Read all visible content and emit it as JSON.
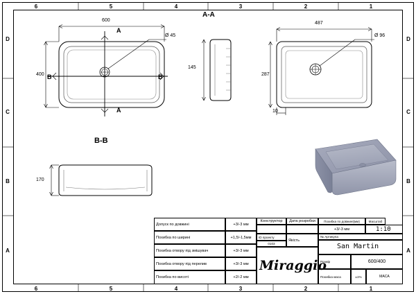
{
  "sheet": {
    "zone_cols_top": [
      "6",
      "5",
      "4",
      "3",
      "2",
      "1"
    ],
    "zone_cols_bottom": [
      "6",
      "5",
      "4",
      "3",
      "2",
      "1"
    ],
    "zone_rows_left": [
      "D",
      "C",
      "B",
      "A"
    ],
    "zone_rows_right": [
      "D",
      "C",
      "B",
      "A"
    ]
  },
  "views": {
    "top": {
      "width_label": "600",
      "height_label": "400",
      "hole_label": "Ø 45",
      "section_marks": [
        "A",
        "A",
        "B",
        "B"
      ]
    },
    "section_aa": {
      "label": "A-A",
      "depth_label": "145"
    },
    "bowl": {
      "width_label": "487",
      "height_label": "287",
      "hole_label": "Ø 96",
      "offset_label": "10"
    },
    "section_bb": {
      "label": "B-B",
      "height_label": "170"
    }
  },
  "title_block": {
    "rows": [
      {
        "param": "Допуск по довжині",
        "value": "+3/-3 мм"
      },
      {
        "param": "Похибка по ширині",
        "value": "+1,5/-1,5мм"
      },
      {
        "param": "Похибка отвору під змішувач",
        "value": "+3/-3 мм"
      },
      {
        "param": "Похибка отвору під перелив",
        "value": "+3/-3 мм"
      },
      {
        "param": "Похибка по висоті",
        "value": "+2/-2 мм"
      }
    ],
    "constructor_label": "Конструктор",
    "date_label": "Дата розробки",
    "tolerance_label": "Похибка по довжині(мм)",
    "tolerance_value": "+3/-3 мм",
    "scale_label": "Масштаб",
    "scale_value": "1:10",
    "project_label": "ID проекту",
    "project_value": "0103",
    "quality_label": "Якість",
    "article_label": "№ Артикула",
    "article_value": "San Martin",
    "size_label": "Розмір",
    "size_value": "600/400",
    "mass_label": "Похибка маса",
    "mass_tol": "±1%",
    "mass_title": "МАСА",
    "brand": "Miraggio"
  }
}
